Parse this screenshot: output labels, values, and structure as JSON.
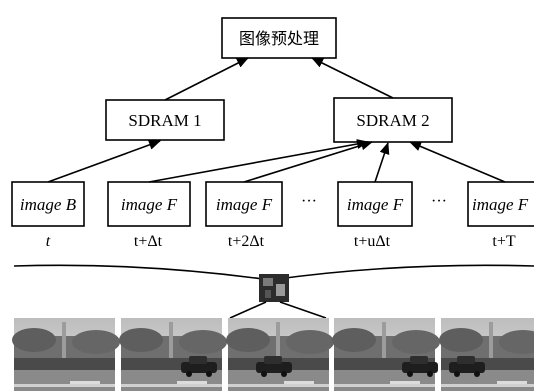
{
  "top_node": {
    "label": "图像预处理"
  },
  "sdram_nodes": [
    {
      "label": "SDRAM 1"
    },
    {
      "label": "SDRAM 2"
    }
  ],
  "image_nodes": [
    {
      "label": "image B",
      "time": "t"
    },
    {
      "label": "image F",
      "time": "t+Δt"
    },
    {
      "label": "image F",
      "time": "t+2Δt"
    },
    {
      "label": "image F",
      "time": "t+uΔt"
    },
    {
      "label": "image F",
      "time": "t+T"
    }
  ],
  "ellipsis": "···",
  "colors": {
    "line": "#000000",
    "photo_dark": "#3a3a3a",
    "photo_mid": "#8a8a8a",
    "photo_light": "#d8d8d8"
  }
}
